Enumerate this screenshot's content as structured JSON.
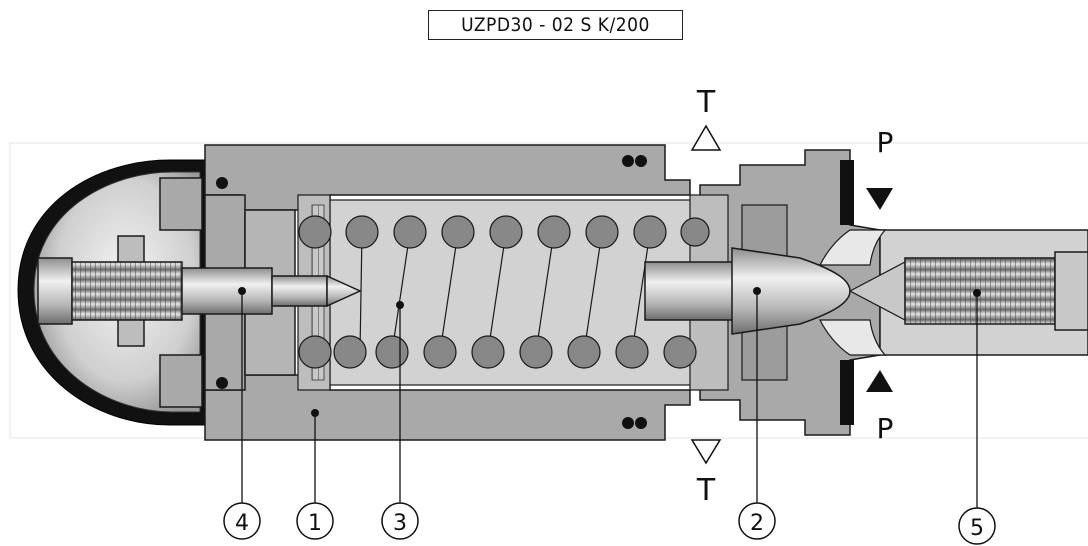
{
  "title": "UZPD30 - 02 S K/200",
  "ports": {
    "tank_top": "T",
    "tank_bottom": "T",
    "pressure_top": "P",
    "pressure_bottom": "P"
  },
  "callouts": [
    {
      "label": "4"
    },
    {
      "label": "1"
    },
    {
      "label": "3"
    },
    {
      "label": "2"
    },
    {
      "label": "5"
    }
  ],
  "colors": {
    "body": "#a9a9a9",
    "body_dark": "#8a8a8a",
    "cavity": "#d2d2d2",
    "outline": "#1a1a1a",
    "cap": "#111111"
  }
}
